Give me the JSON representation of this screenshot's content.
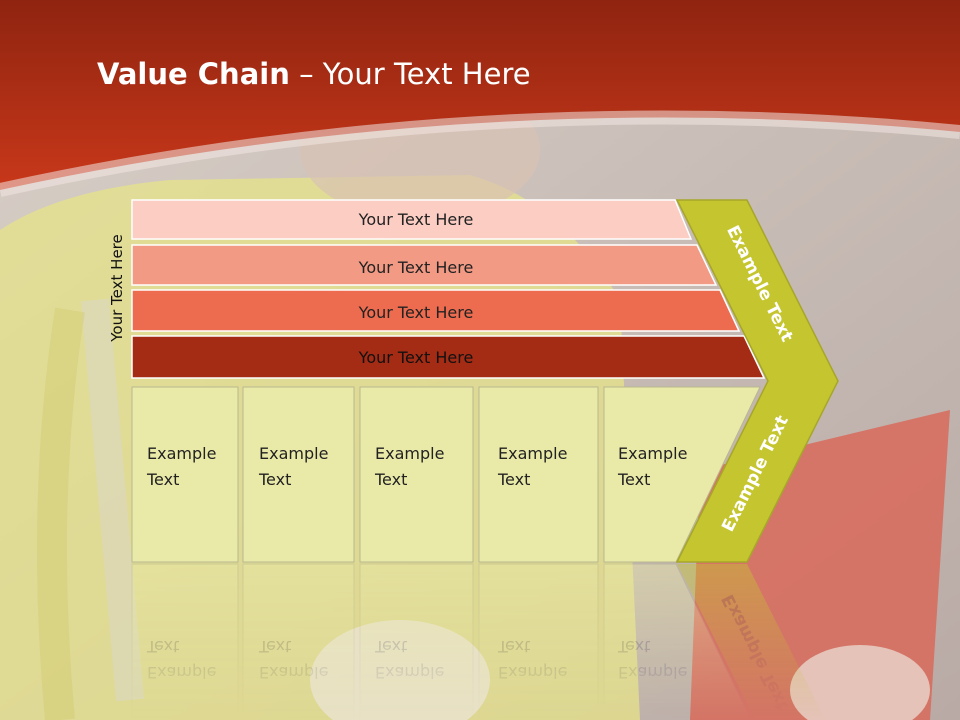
{
  "title": {
    "bold": "Value Chain",
    "rest": " – Your Text Here"
  },
  "vertical_label": "Your Text Here",
  "bars": [
    {
      "label": "Your Text Here",
      "color": "#fbcdc3"
    },
    {
      "label": "Your Text Here",
      "color": "#f39a84"
    },
    {
      "label": "Your Text Here",
      "color": "#ed6c4f"
    },
    {
      "label": "Your Text Here",
      "color": "#a42b14"
    }
  ],
  "columns": [
    {
      "line1": "Example",
      "line2": "Text"
    },
    {
      "line1": "Example",
      "line2": "Text"
    },
    {
      "line1": "Example",
      "line2": "Text"
    },
    {
      "line1": "Example",
      "line2": "Text"
    },
    {
      "line1": "Example",
      "line2": "Text"
    }
  ],
  "chevron": {
    "top_label": "Example Text",
    "bottom_label": "Example Text",
    "color": "#c5c52f"
  },
  "colors": {
    "header": "#b8341a",
    "column_fill": "#eaeaa8"
  }
}
